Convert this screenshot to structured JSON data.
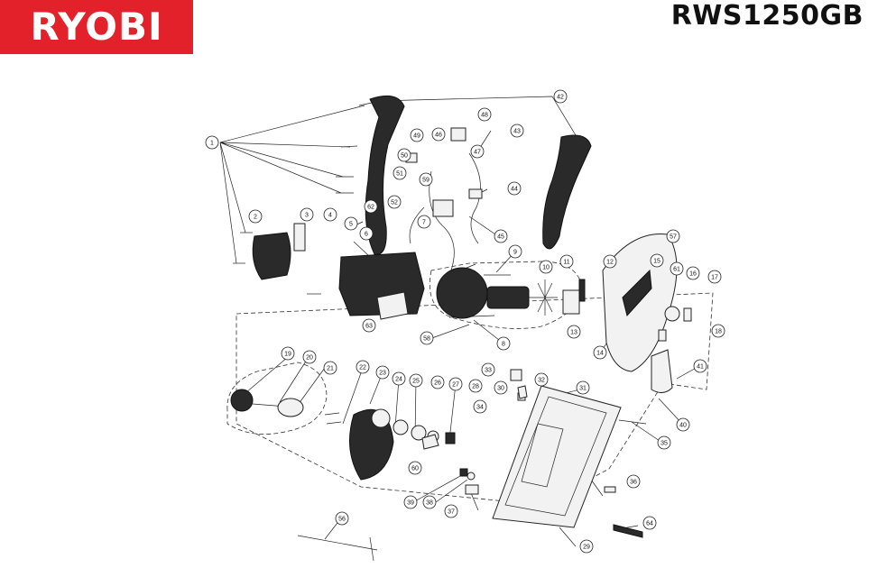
{
  "brand": {
    "logo_text": "RYOBI",
    "color": "#e3212b"
  },
  "model": "RWS1250GB",
  "callouts": [
    "1",
    "2",
    "3",
    "4",
    "5",
    "6",
    "7",
    "8",
    "9",
    "10",
    "11",
    "12",
    "13",
    "14",
    "15",
    "16",
    "17",
    "18",
    "19",
    "20",
    "21",
    "22",
    "23",
    "24",
    "25",
    "26",
    "27",
    "28",
    "29",
    "30",
    "31",
    "32",
    "33",
    "34",
    "35",
    "36",
    "37",
    "38",
    "39",
    "40",
    "41",
    "42",
    "43",
    "44",
    "45",
    "46",
    "47",
    "48",
    "49",
    "50",
    "51",
    "52",
    "56",
    "57",
    "58",
    "59",
    "60",
    "61",
    "62",
    "63",
    "64"
  ]
}
